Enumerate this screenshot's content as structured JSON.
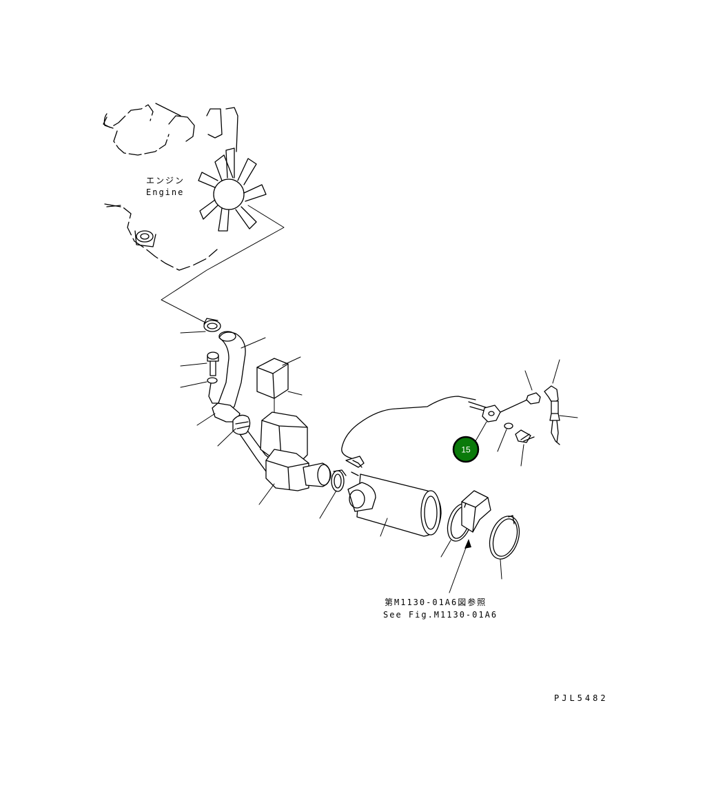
{
  "labels": {
    "engine_jp": "エンジン",
    "engine_en": "Engine",
    "ref_jp": "第M1130-01A6図参照",
    "ref_en": "See Fig.M1130-01A6",
    "drawing_no": "PJL5482"
  },
  "callout": {
    "number": "15",
    "color": "#0a7a0a"
  }
}
